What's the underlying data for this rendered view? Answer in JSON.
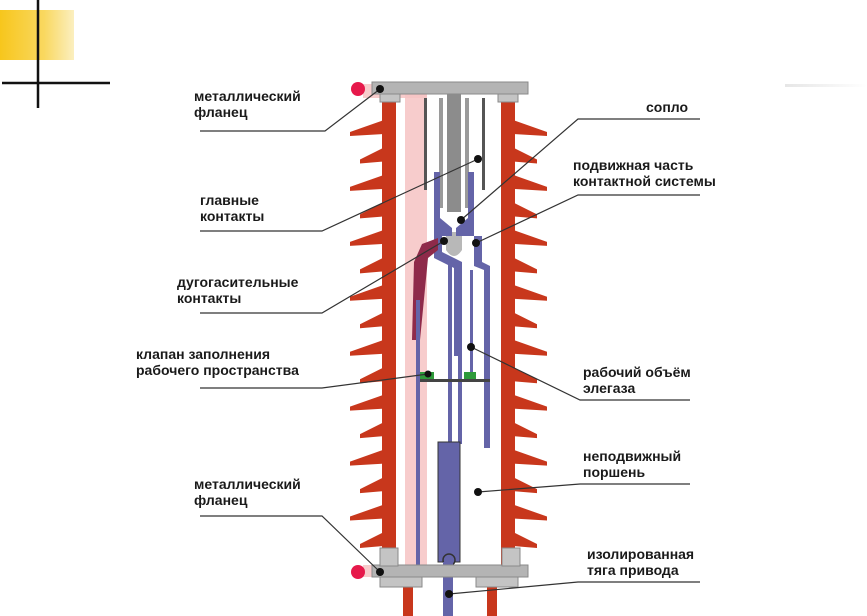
{
  "diagram": {
    "labels": {
      "top_flange": [
        "металлический",
        "фланец"
      ],
      "main_contacts": [
        "главные",
        "контакты"
      ],
      "arc_contacts": [
        "дугогасительные",
        "контакты"
      ],
      "fill_valve": [
        "клапан заполнения",
        "рабочего пространства"
      ],
      "bottom_flange": [
        "металлический",
        "фланец"
      ],
      "nozzle": [
        "сопло"
      ],
      "moving_part": [
        "подвижная часть",
        "контактной системы"
      ],
      "gas_volume": [
        "рабочий объём",
        "элегаза"
      ],
      "piston": [
        "неподвижный",
        "поршень"
      ],
      "drive_rod": [
        "изолированная",
        "тяга привода"
      ]
    },
    "colors": {
      "insulator": "#c8371c",
      "flange": "#b4b4b4",
      "moving_parts": "#6464a8",
      "arc_contact": "#8e2a4a",
      "highlight": "#f6c3c3",
      "marker": "#e6194b",
      "leader": "#333333",
      "slide_accent": "#f7c61c"
    }
  }
}
